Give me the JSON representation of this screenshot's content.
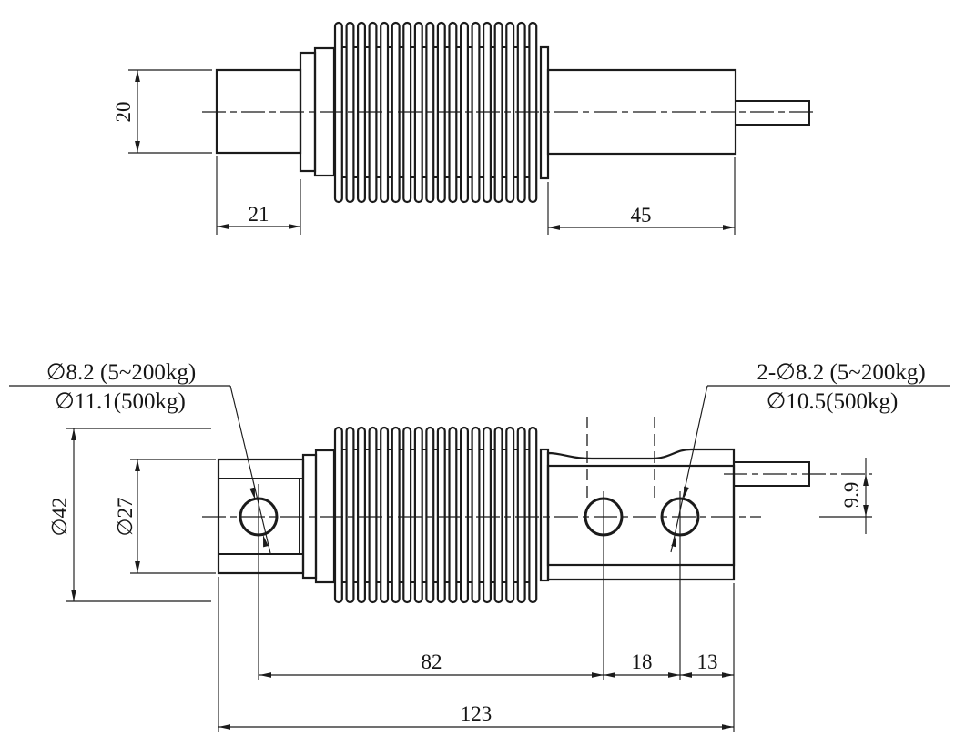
{
  "drawing": {
    "top_view": {
      "dim_shaft_dia": "20",
      "dim_shaft_len": "21",
      "dim_cylinder_len": "45"
    },
    "front_view": {
      "dim_bellows_dia": "∅42",
      "dim_block_dia": "∅27",
      "dim_hole_span": "82",
      "dim_hole_pitch": "18",
      "dim_end_offset": "13",
      "dim_total_len": "123",
      "dim_cable_offset": "9.9",
      "callout_left": {
        "line1": "∅8.2 (5~200kg)",
        "line2": "∅11.1(500kg)"
      },
      "callout_right": {
        "line1": "2-∅8.2 (5~200kg)",
        "line2": "∅10.5(500kg)"
      }
    },
    "colors": {
      "line": "#1b1b1b",
      "background": "#ffffff"
    }
  }
}
